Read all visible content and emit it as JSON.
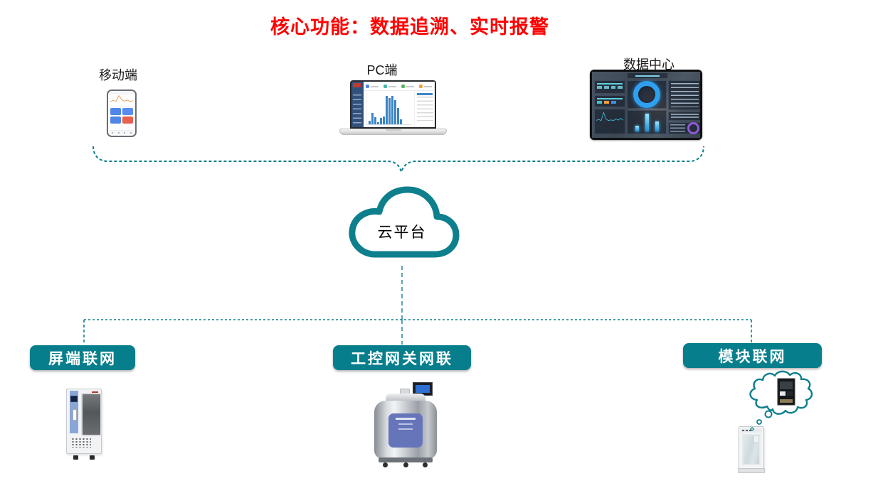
{
  "title": "核心功能：数据追溯、实时报警",
  "top_row": {
    "mobile": {
      "label": "移动端",
      "icon": "smartphone-dashboard-icon"
    },
    "pc": {
      "label": "PC端",
      "icon": "laptop-dashboard-icon"
    },
    "datacenter": {
      "label": "数据中心",
      "icon": "datacenter-screen-icon"
    }
  },
  "cloud": {
    "label": "云平台"
  },
  "bottom_row": {
    "screen_device": {
      "label": "屏端联网",
      "icon": "blood-refrigerator-icon"
    },
    "gateway_device": {
      "label": "工控网关网联",
      "icon": "cryo-tank-icon"
    },
    "module_device": {
      "label": "模块联网",
      "icon": "lab-fridge-iot-module-icon"
    }
  },
  "colors": {
    "teal": "#077E8C",
    "title_red": "#FF0000",
    "chart_blue": "#3D85C8"
  },
  "illustrations": {
    "phone_line": [
      30,
      42,
      32,
      95,
      52,
      34,
      46,
      30,
      40
    ],
    "pc_bars": [
      12,
      35,
      22,
      6,
      20,
      24,
      90,
      82,
      88,
      76,
      52,
      16
    ],
    "dc_bars": [
      30,
      95,
      55
    ],
    "dc_line": [
      12,
      20,
      10,
      85,
      22,
      10,
      16,
      10,
      24,
      14,
      30,
      12
    ]
  }
}
